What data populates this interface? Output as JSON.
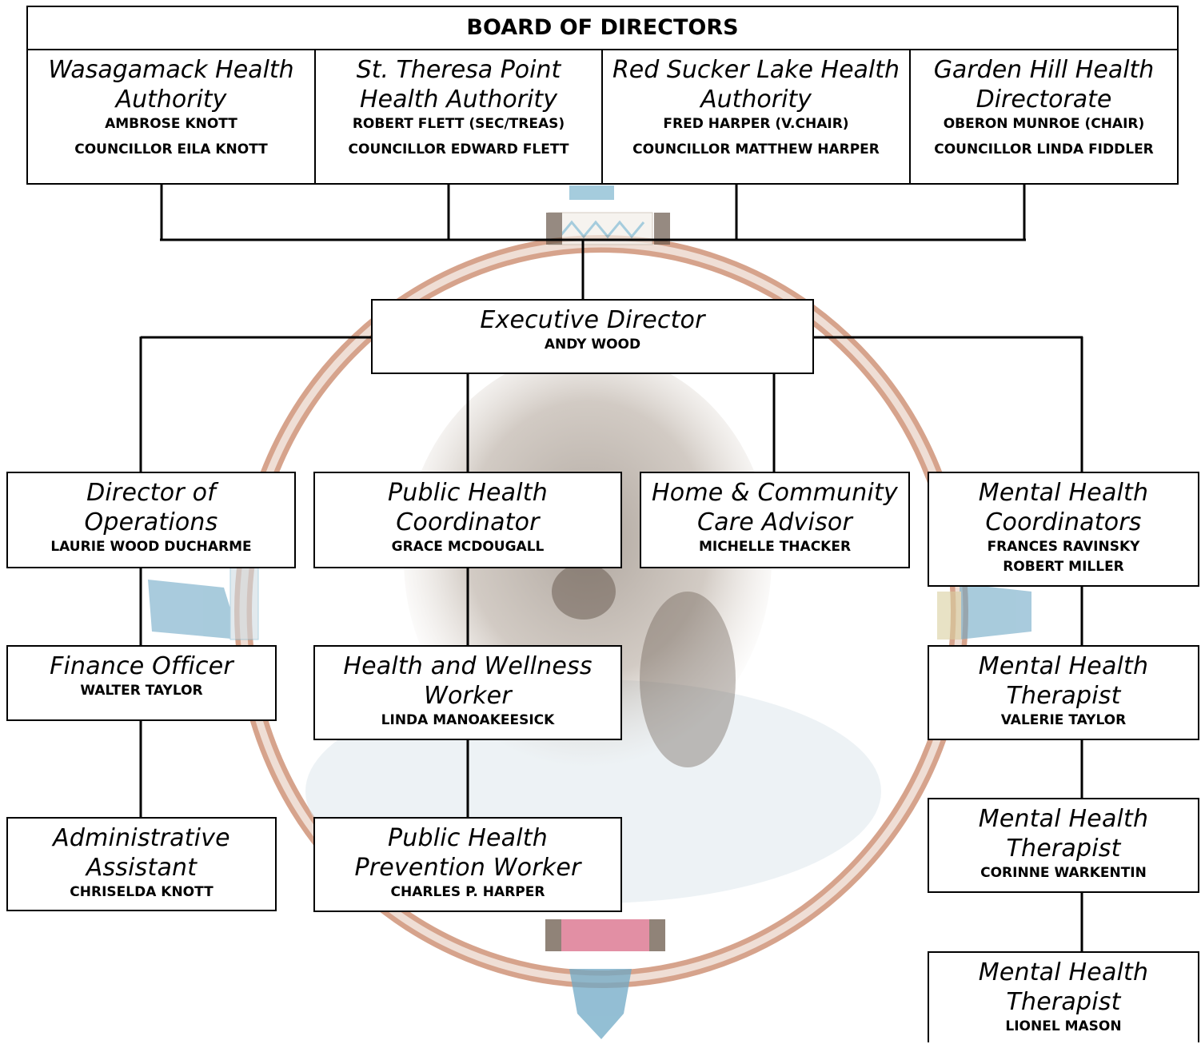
{
  "chart_title": "BOARD OF DIRECTORS",
  "board": [
    {
      "title_lines": [
        "Wasagamack Health",
        "Authority"
      ],
      "members": [
        "AMBROSE KNOTT",
        "COUNCILLOR EILA KNOTT"
      ]
    },
    {
      "title_lines": [
        "St. Theresa Point",
        "Health Authority"
      ],
      "members": [
        "ROBERT FLETT (SEC/TREAS)",
        "COUNCILLOR EDWARD FLETT"
      ]
    },
    {
      "title_lines": [
        "Red Sucker Lake Health",
        "Authority"
      ],
      "members": [
        "FRED HARPER (V.CHAIR)",
        "COUNCILLOR MATTHEW HARPER"
      ]
    },
    {
      "title_lines": [
        "Garden Hill Health",
        "Directorate"
      ],
      "members": [
        "OBERON MUNROE (CHAIR)",
        "COUNCILLOR LINDA FIDDLER"
      ]
    }
  ],
  "executive": {
    "title_lines": [
      "Executive Director"
    ],
    "names": [
      "ANDY WOOD"
    ]
  },
  "positions": {
    "director_operations": {
      "title_lines": [
        "Director of",
        "Operations"
      ],
      "names": [
        "LAURIE WOOD DUCHARME"
      ]
    },
    "finance_officer": {
      "title_lines": [
        "Finance Officer"
      ],
      "names": [
        "WALTER TAYLOR"
      ]
    },
    "admin_assistant": {
      "title_lines": [
        "Administrative",
        "Assistant"
      ],
      "names": [
        "CHRISELDA KNOTT"
      ]
    },
    "public_health_coordinator": {
      "title_lines": [
        "Public Health",
        "Coordinator"
      ],
      "names": [
        "GRACE MCDOUGALL"
      ]
    },
    "health_wellness_worker": {
      "title_lines": [
        "Health and Wellness",
        "Worker"
      ],
      "names": [
        "LINDA MANOAKEESICK"
      ]
    },
    "prevention_worker": {
      "title_lines": [
        "Public Health",
        "Prevention Worker"
      ],
      "names": [
        "CHARLES P. HARPER"
      ]
    },
    "home_community_care": {
      "title_lines": [
        "Home & Community",
        "Care Advisor"
      ],
      "names": [
        "MICHELLE THACKER"
      ]
    },
    "mental_health_coordinators": {
      "title_lines": [
        "Mental Health",
        "Coordinators"
      ],
      "names": [
        "FRANCES RAVINSKY",
        "ROBERT MILLER"
      ]
    },
    "mh_therapist_1": {
      "title_lines": [
        "Mental Health",
        "Therapist"
      ],
      "names": [
        "VALERIE TAYLOR"
      ]
    },
    "mh_therapist_2": {
      "title_lines": [
        "Mental Health",
        "Therapist"
      ],
      "names": [
        "CORINNE WARKENTIN"
      ]
    },
    "mh_therapist_3": {
      "title_lines": [
        "Mental Health",
        "Therapist"
      ],
      "names": [
        "LIONEL MASON"
      ]
    }
  },
  "colors": {
    "line": "#000000",
    "box_border": "#000000",
    "hoop_outer": "#c98566",
    "hoop_inner": "#ead4c8",
    "turquoise": "#7fb7cf",
    "red_wrap": "#d96a86",
    "bear": "#8a7b6c",
    "water": "#dfe7ec"
  }
}
